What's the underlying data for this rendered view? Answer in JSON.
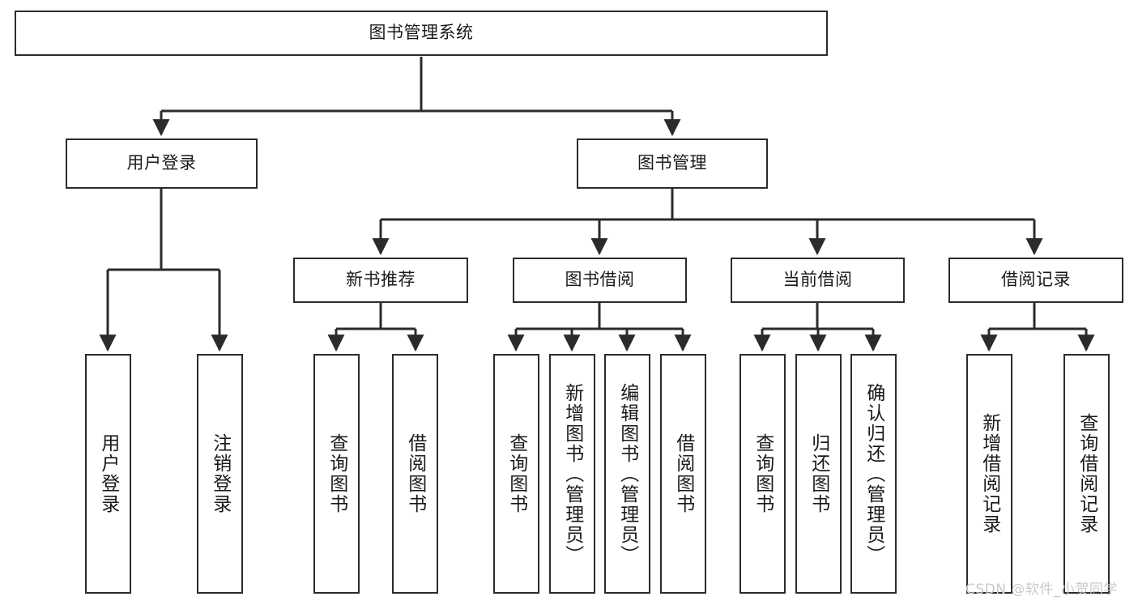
{
  "diagram": {
    "title": "图书管理系统",
    "type": "tree-hierarchy-diagram",
    "background_color": "#ffffff",
    "stroke_color": "#2b2b2b",
    "text_color": "#1a1a1a"
  },
  "nodes": {
    "root": {
      "label": "图书管理系统",
      "level": 1,
      "orientation": "horizontal"
    },
    "level2": [
      {
        "id": "user-login",
        "label": "用户登录",
        "orientation": "horizontal"
      },
      {
        "id": "book-manage",
        "label": "图书管理",
        "orientation": "horizontal"
      }
    ],
    "level3": [
      {
        "id": "new-book-recommend",
        "label": "新书推荐",
        "orientation": "horizontal"
      },
      {
        "id": "book-borrow",
        "label": "图书借阅",
        "orientation": "horizontal"
      },
      {
        "id": "current-borrow",
        "label": "当前借阅",
        "orientation": "horizontal"
      },
      {
        "id": "borrow-record",
        "label": "借阅记录",
        "orientation": "horizontal"
      }
    ],
    "leaves": [
      {
        "id": "leaf-user-login",
        "label": "用户登录",
        "parent": "user-login",
        "orientation": "vertical"
      },
      {
        "id": "leaf-logout",
        "label": "注销登录",
        "parent": "user-login",
        "orientation": "vertical"
      },
      {
        "id": "leaf-query-book-1",
        "label": "查询图书",
        "parent": "new-book-recommend",
        "orientation": "vertical"
      },
      {
        "id": "leaf-borrow-book-1",
        "label": "借阅图书",
        "parent": "new-book-recommend",
        "orientation": "vertical"
      },
      {
        "id": "leaf-query-book-2",
        "label": "查询图书",
        "parent": "book-borrow",
        "orientation": "vertical"
      },
      {
        "id": "leaf-add-book",
        "label": "新增图书（管理员）",
        "parent": "book-borrow",
        "orientation": "vertical"
      },
      {
        "id": "leaf-edit-book",
        "label": "编辑图书（管理员）",
        "parent": "book-borrow",
        "orientation": "vertical"
      },
      {
        "id": "leaf-borrow-book-2",
        "label": "借阅图书",
        "parent": "book-borrow",
        "orientation": "vertical"
      },
      {
        "id": "leaf-query-book-3",
        "label": "查询图书",
        "parent": "current-borrow",
        "orientation": "vertical"
      },
      {
        "id": "leaf-return-book",
        "label": "归还图书",
        "parent": "current-borrow",
        "orientation": "vertical"
      },
      {
        "id": "leaf-confirm-return",
        "label": "确认归还（管理员）",
        "parent": "current-borrow",
        "orientation": "vertical"
      },
      {
        "id": "leaf-add-record",
        "label": "新增借阅记录",
        "parent": "borrow-record",
        "orientation": "vertical"
      },
      {
        "id": "leaf-query-record",
        "label": "查询借阅记录",
        "parent": "borrow-record",
        "orientation": "vertical"
      }
    ]
  },
  "watermark": {
    "text": "CSDN @软件_小贺同学",
    "color": "#c9c9c9"
  }
}
